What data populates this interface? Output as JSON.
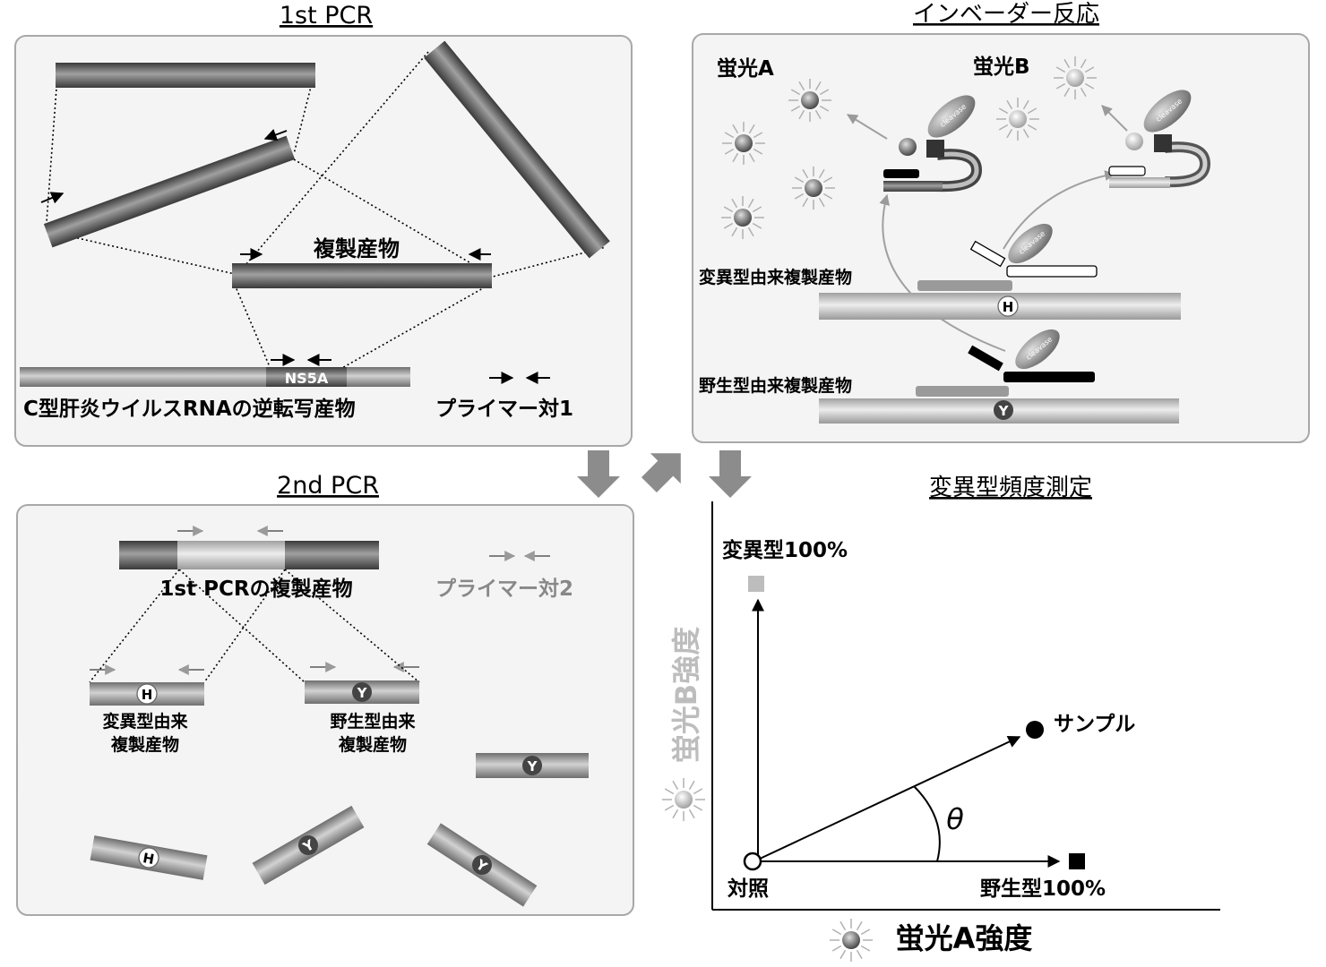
{
  "pcr1": {
    "title": "1st PCR",
    "product_label": "複製産物",
    "ns5a_label": "NS5A",
    "template_label": "C型肝炎ウイルスRNAの逆転写産物",
    "primer_label": "プライマー対1"
  },
  "pcr2": {
    "title": "2nd PCR",
    "product_label": "1st PCRの複製産物",
    "primer_label": "プライマー対2",
    "mutant_line1": "変異型由来",
    "mutant_line2": "複製産物",
    "wild_line1": "野生型由来",
    "wild_line2": "複製産物",
    "mutant_marker": "H",
    "wild_marker": "Y"
  },
  "invader": {
    "title": "インベーダー反応",
    "fluor_a": "蛍光A",
    "fluor_b": "蛍光B",
    "mutant_product": "変異型由来複製産物",
    "wild_product": "野生型由来複製産物",
    "enzyme": "cleavase",
    "mutant_marker": "H",
    "wild_marker": "Y"
  },
  "measure": {
    "title": "変異型頻度測定",
    "y_axis_label": "蛍光B強度",
    "x_axis_label": "蛍光A強度",
    "top_point_label": "変異型100%",
    "right_point_label": "野生型100%",
    "sample_label": "サンプル",
    "origin_label": "対照",
    "angle_label": "θ"
  },
  "colors": {
    "panel_bg": "#f4f4f4",
    "panel_border": "#a8a8a8",
    "arrow_gray": "#8c8c8c",
    "muted_text": "#888888",
    "dark": "#000000"
  }
}
